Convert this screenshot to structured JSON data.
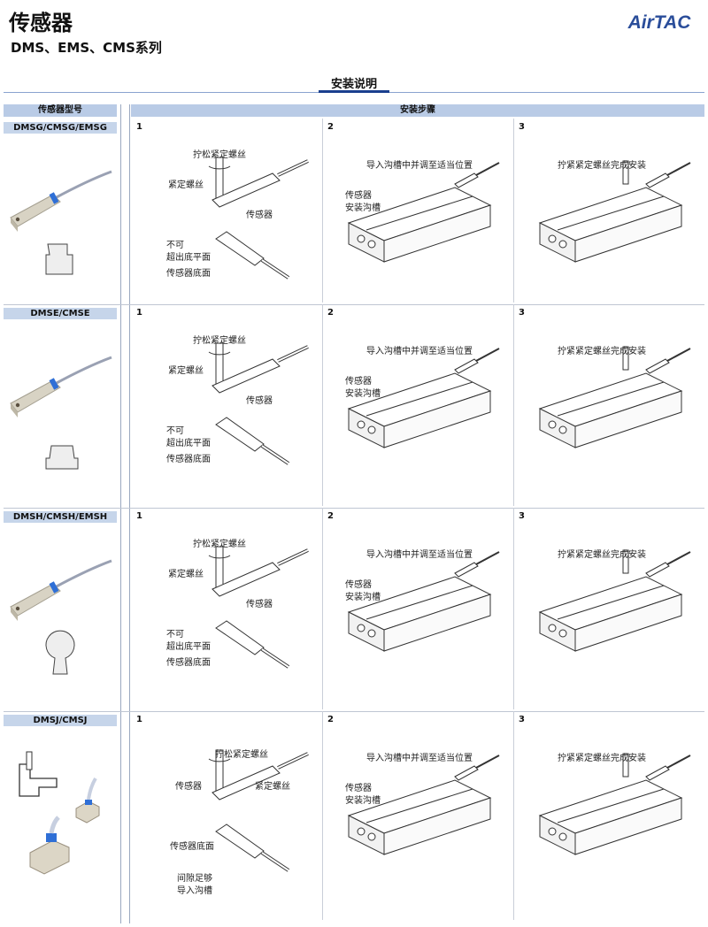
{
  "header": {
    "title": "传感器",
    "subtitle": "DMS、EMS、CMS系列",
    "logo_text": "AirTAC",
    "section_title": "安装说明"
  },
  "table": {
    "col_model": "传感器型号",
    "col_steps": "安装步骤"
  },
  "rows": [
    {
      "model": "DMSG/CMSG/EMSG",
      "steps": [
        {
          "num": "1",
          "captions": [
            "拧松紧定螺丝",
            "紧定螺丝",
            "传感器",
            "不可",
            "超出底平面",
            "传感器底面"
          ]
        },
        {
          "num": "2",
          "captions": [
            "导入沟槽中并调至适当位置",
            "传感器",
            "安装沟槽"
          ]
        },
        {
          "num": "3",
          "captions": [
            "拧紧紧定螺丝完成安装"
          ]
        }
      ]
    },
    {
      "model": "DMSE/CMSE",
      "steps": [
        {
          "num": "1",
          "captions": [
            "拧松紧定螺丝",
            "紧定螺丝",
            "传感器",
            "不可",
            "超出底平面",
            "传感器底面"
          ]
        },
        {
          "num": "2",
          "captions": [
            "导入沟槽中并调至适当位置",
            "传感器",
            "安装沟槽"
          ]
        },
        {
          "num": "3",
          "captions": [
            "拧紧紧定螺丝完成安装"
          ]
        }
      ]
    },
    {
      "model": "DMSH/CMSH/EMSH",
      "steps": [
        {
          "num": "1",
          "captions": [
            "拧松紧定螺丝",
            "紧定螺丝",
            "传感器",
            "不可",
            "超出底平面",
            "传感器底面"
          ]
        },
        {
          "num": "2",
          "captions": [
            "导入沟槽中并调至适当位置",
            "传感器",
            "安装沟槽"
          ]
        },
        {
          "num": "3",
          "captions": [
            "拧紧紧定螺丝完成安装"
          ]
        }
      ]
    },
    {
      "model": "DMSJ/CMSJ",
      "steps": [
        {
          "num": "1",
          "captions": [
            "拧松紧定螺丝",
            "传感器",
            "紧定螺丝",
            "传感器底面",
            "间隙足够",
            "导入沟槽"
          ]
        },
        {
          "num": "2",
          "captions": [
            "导入沟槽中并调至适当位置",
            "传感器",
            "安装沟槽"
          ]
        },
        {
          "num": "3",
          "captions": [
            "拧紧紧定螺丝完成安装"
          ]
        }
      ]
    }
  ],
  "colors": {
    "brand_blue": "#1a3f8e",
    "header_fill": "#b9cbe6",
    "sensor_band": "#2f6fd6"
  }
}
